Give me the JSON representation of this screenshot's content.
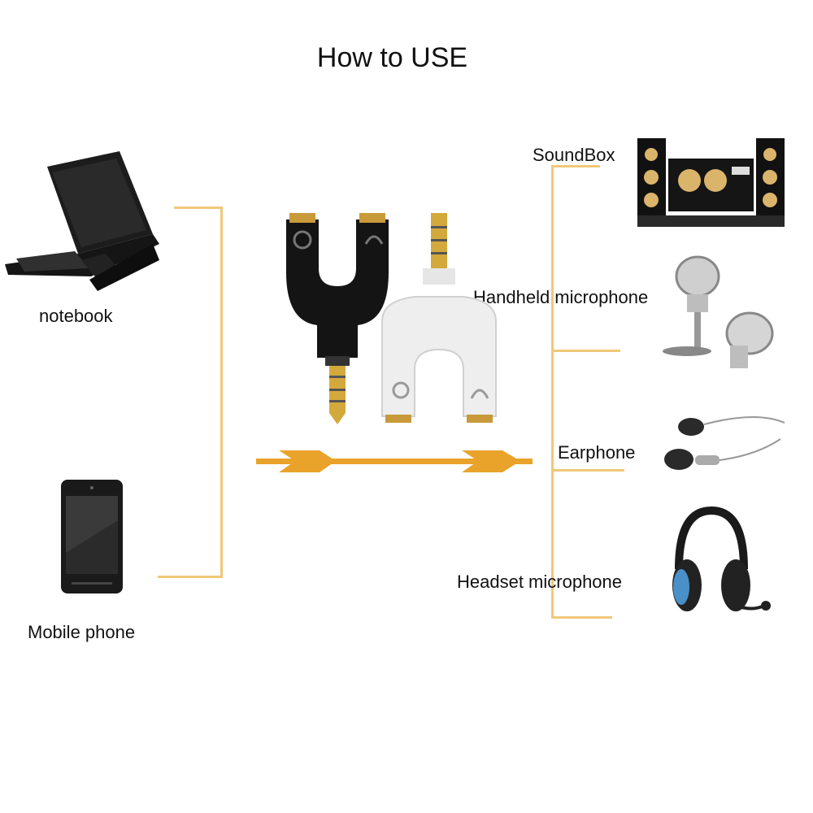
{
  "title": "How to USE",
  "sources": {
    "notebook": "notebook",
    "mobile_phone": "Mobile phone"
  },
  "outputs": {
    "soundbox": "SoundBox",
    "handheld_microphone": "Handheld microphone",
    "earphone": "Earphone",
    "headset_microphone": "Headset microphone"
  },
  "colors": {
    "connector_line": "#f0c878",
    "arrow": "#e9a32a",
    "adapter_black": "#141414",
    "adapter_white": "#eeeeee",
    "gold_plug": "#d4a93c"
  },
  "icons": [
    "laptop-icon",
    "mobile-phone-icon",
    "y-splitter-adapter-icon",
    "soundbox-icon",
    "handheld-microphone-icon",
    "earphone-icon",
    "headset-icon"
  ]
}
